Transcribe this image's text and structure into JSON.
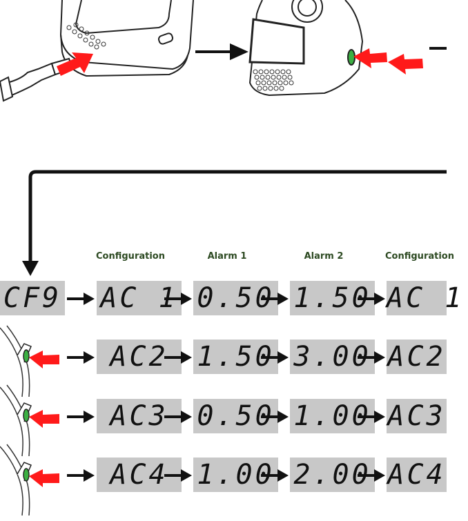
{
  "headers": [
    "Configuration",
    "Alarm 1",
    "Alarm 2",
    "Configuration"
  ],
  "displays": [
    [
      "CF9",
      "AC 1",
      "0.50",
      "1.50",
      "AC 1"
    ],
    [
      "AC2",
      "1.50",
      "3.00",
      "AC2"
    ],
    [
      "AC3",
      "0.50",
      "1.00",
      "AC3"
    ],
    [
      "AC4",
      "1.00",
      "2.00",
      "AC4"
    ]
  ],
  "colors": {
    "lcd_background": "#c8c8c8",
    "arrow": "#111111",
    "press_arrow": "#ff1a1a",
    "button": "#3cb043",
    "header_text": "#2d4a22"
  },
  "icons": [
    "usb-cable-icon",
    "device-icon",
    "button-press-arrow-icon",
    "flow-arrow-icon"
  ]
}
